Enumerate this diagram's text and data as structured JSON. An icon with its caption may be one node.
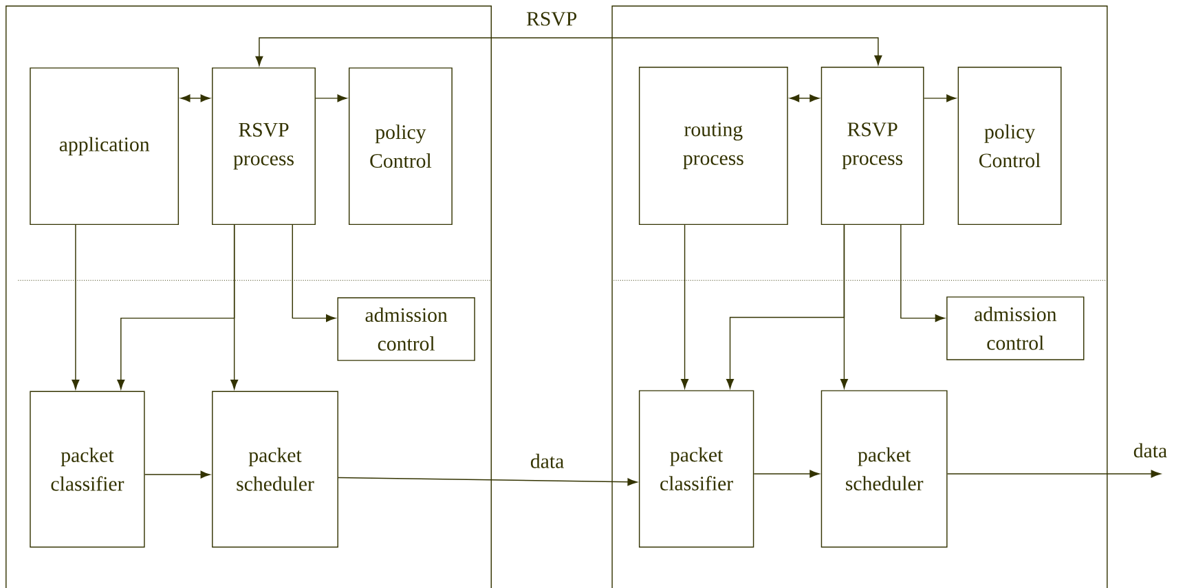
{
  "diagram": {
    "nodes": [
      {
        "text": [],
        "shape": "box"
      },
      {
        "text": [],
        "shape": "box"
      },
      {
        "text": [
          "application"
        ],
        "in": 0
      },
      {
        "text": [
          "RSVP process"
        ],
        "in": 0
      },
      {
        "text": [
          "policy Control"
        ],
        "in": 0
      },
      {
        "text": [
          "admission control"
        ],
        "in": 0
      },
      {
        "text": [
          "packet classifier"
        ],
        "in": 0
      },
      {
        "text": [
          "packet scheduler"
        ],
        "in": 0
      },
      {
        "text": [
          "routing process"
        ],
        "in": 1
      },
      {
        "text": [
          "RSVP process"
        ],
        "in": 1
      },
      {
        "text": [
          "policy Control"
        ],
        "in": 1
      },
      {
        "text": [
          "admission control"
        ],
        "in": 1
      },
      {
        "text": [
          "packet classifier"
        ],
        "in": 1
      },
      {
        "text": [
          "packet scheduler"
        ],
        "in": 1
      }
    ],
    "edges": [
      {
        "from": 2,
        "to": 3,
        "arrow": "both"
      },
      {
        "from": 3,
        "to": 4,
        "arrow": "to"
      },
      {
        "from": 2,
        "to": 6,
        "arrow": "to"
      },
      {
        "from": 3,
        "to": 6,
        "arrow": "to"
      },
      {
        "from": 3,
        "to": 7,
        "arrow": "to"
      },
      {
        "from": 3,
        "to": 5,
        "arrow": "to"
      },
      {
        "from": 6,
        "to": 7,
        "arrow": "to"
      },
      {
        "from": 7,
        "to": 12,
        "arrow": "to",
        "label": "data"
      },
      {
        "from": 3,
        "to": 9,
        "arrow": "both",
        "label": "RSVP"
      },
      {
        "from": 8,
        "to": 9,
        "arrow": "both"
      },
      {
        "from": 9,
        "to": 10,
        "arrow": "to"
      },
      {
        "from": 8,
        "to": 12,
        "arrow": "to"
      },
      {
        "from": 9,
        "to": 12,
        "arrow": "to"
      },
      {
        "from": 9,
        "to": 13,
        "arrow": "to"
      },
      {
        "from": 9,
        "to": 11,
        "arrow": "to"
      },
      {
        "from": 12,
        "to": 13,
        "arrow": "to"
      },
      {
        "from": 13,
        "to": null,
        "arrow": "to",
        "label": "data"
      }
    ]
  }
}
